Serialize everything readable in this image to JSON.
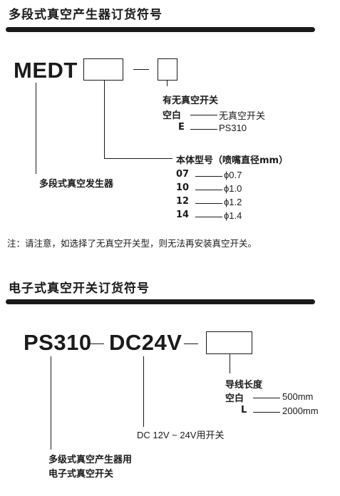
{
  "section1": {
    "title": "多段式真空产生器订货符号",
    "code": "MEDT",
    "switch_group": {
      "heading": "有无真空开关",
      "options": [
        {
          "key": "空白",
          "value": "无真空开关"
        },
        {
          "key": "E",
          "value": "PS310"
        }
      ]
    },
    "body_group": {
      "heading": "本体型号（喷嘴直径mm）",
      "options": [
        {
          "key": "07",
          "value": "ϕ0.7"
        },
        {
          "key": "10",
          "value": "ϕ1.0"
        },
        {
          "key": "12",
          "value": "ϕ1.2"
        },
        {
          "key": "14",
          "value": "ϕ1.4"
        }
      ]
    },
    "product_label": "多段式真空发生器",
    "note": "注：请注意，如选择了无真空开关型，则无法再安装真空开关。"
  },
  "section2": {
    "title": "电子式真空开关订货符号",
    "code": "PS310",
    "code2": "DC24V",
    "length_group": {
      "heading": "导线长度",
      "options": [
        {
          "key": "空白",
          "value": "500mm"
        },
        {
          "key": "L",
          "value": "2000mm"
        }
      ]
    },
    "voltage_label": "DC 12V ~ 24V用开关",
    "product_label_line1": "多级式真空产生器用",
    "product_label_line2": "电子式真空开关"
  }
}
